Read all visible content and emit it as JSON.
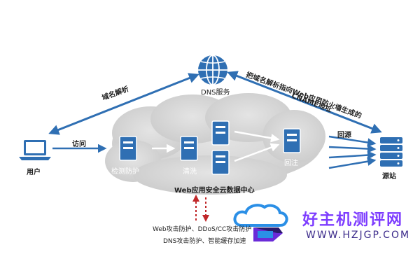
{
  "nodes": {
    "dns": "DNS服务",
    "user": "用户",
    "origin": "源站",
    "detect": "检测防护",
    "clean": "清洗",
    "inject": "回注",
    "center": "Web应用安全云数据中心"
  },
  "edges": {
    "domain_resolve": "域名解析",
    "cname_line1": "把域名解析指向Web应用防火墙生成的",
    "cname_line2": "CNAME地址",
    "visit": "访问",
    "return_origin": "回源"
  },
  "notes": {
    "line1": "Web攻击防护、DDoS/CC攻击防护",
    "line2": "DNS攻击防护、智能缓存加速"
  },
  "watermark": {
    "cn": "好主机测评网",
    "en": "WWW.HZJGP.COM"
  },
  "colors": {
    "arrow": "#2f6fb3",
    "server": "#2f6fb3",
    "cloud": "#dcdcdc",
    "dotted": "#c0282a",
    "watermark": "#7d3cff"
  }
}
